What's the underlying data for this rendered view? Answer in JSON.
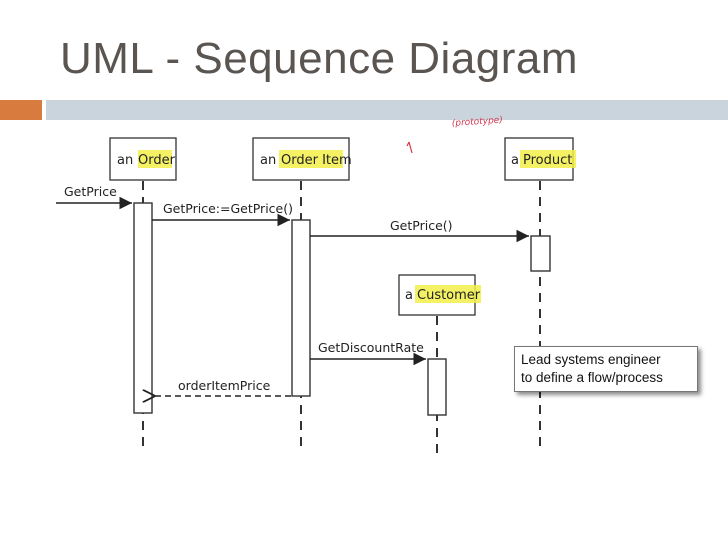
{
  "slide": {
    "title": "UML - Sequence Diagram"
  },
  "lifelines": {
    "order": {
      "prefix": "an",
      "name": "Order"
    },
    "order_item": {
      "prefix": "an",
      "name": "Order Item"
    },
    "product": {
      "prefix": "a",
      "name": "Product"
    },
    "customer": {
      "prefix": "a",
      "name": "Customer"
    }
  },
  "messages": {
    "get_price_in": "GetPrice",
    "get_price_assign": "GetPrice:=GetPrice()",
    "get_price_call": "GetPrice()",
    "get_discount_rate": "GetDiscountRate",
    "order_item_price": "orderItemPrice"
  },
  "handwritten_note": "(prototype)",
  "note": {
    "line1": "Lead systems engineer",
    "line2": "to define a flow/process"
  },
  "colors": {
    "accent_orange": "#d77b3f",
    "accent_blue": "#c9d4dd",
    "title": "#5a5550",
    "highlight": "#f2ef4a",
    "handwriting": "#d4394e"
  }
}
